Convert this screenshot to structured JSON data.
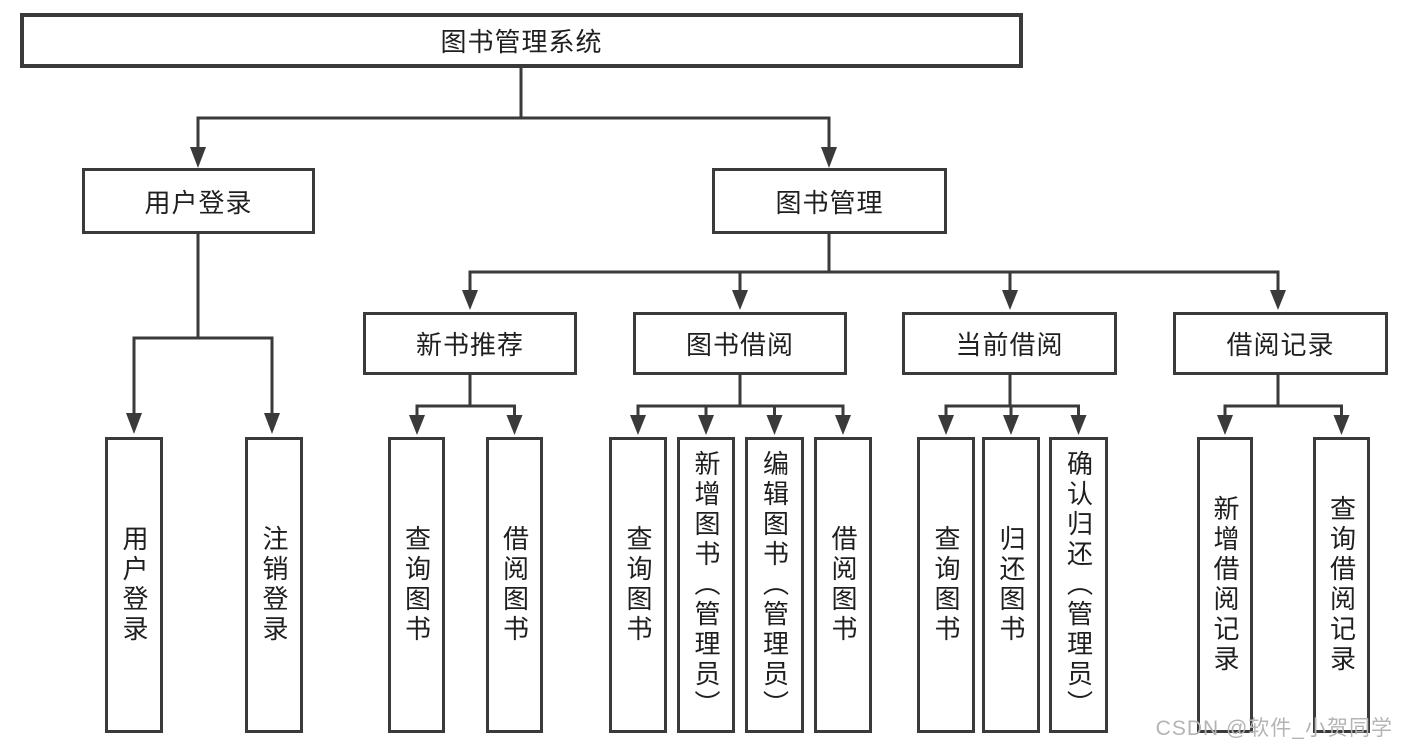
{
  "diagram": {
    "root": {
      "label": "图书管理系统"
    },
    "level2": [
      {
        "label": "用户登录"
      },
      {
        "label": "图书管理"
      }
    ],
    "level3": [
      {
        "label": "新书推荐"
      },
      {
        "label": "图书借阅"
      },
      {
        "label": "当前借阅"
      },
      {
        "label": "借阅记录"
      }
    ],
    "leaves": [
      {
        "label": "用户登录"
      },
      {
        "label": "注销登录"
      },
      {
        "label": "查询图书"
      },
      {
        "label": "借阅图书"
      },
      {
        "label": "查询图书"
      },
      {
        "label": "新增图书（管理员）"
      },
      {
        "label": "编辑图书（管理员）"
      },
      {
        "label": "借阅图书"
      },
      {
        "label": "查询图书"
      },
      {
        "label": "归还图书"
      },
      {
        "label": "确认归还（管理员）"
      },
      {
        "label": "新增借阅记录"
      },
      {
        "label": "查询借阅记录"
      }
    ]
  },
  "watermark": {
    "text": "CSDN @软件_小贺同学"
  },
  "colors": {
    "line": "#3a3a3a",
    "box_border": "#3a3a3a",
    "text": "#1f1f1f",
    "watermark": "#b4b4b4",
    "background": "#ffffff"
  }
}
